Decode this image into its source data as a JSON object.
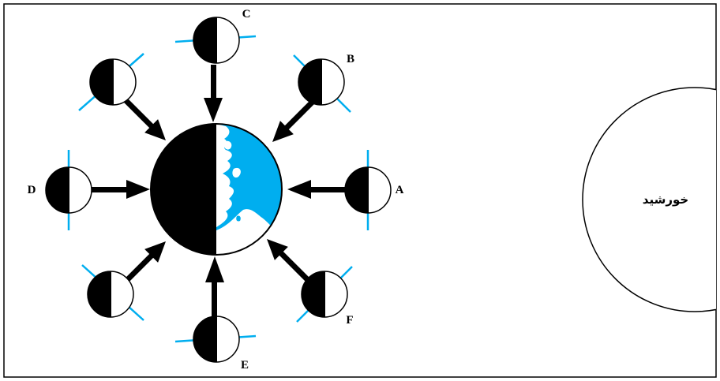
{
  "sun": {
    "label": "خورشید"
  },
  "moon_labels": {
    "A": "A",
    "B": "B",
    "C": "C",
    "D": "D",
    "E": "E",
    "F": "F"
  },
  "colors": {
    "ocean": "#00AEEF",
    "line": "#000000",
    "terminator": "#00AEEF",
    "background": "#FFFFFF"
  }
}
